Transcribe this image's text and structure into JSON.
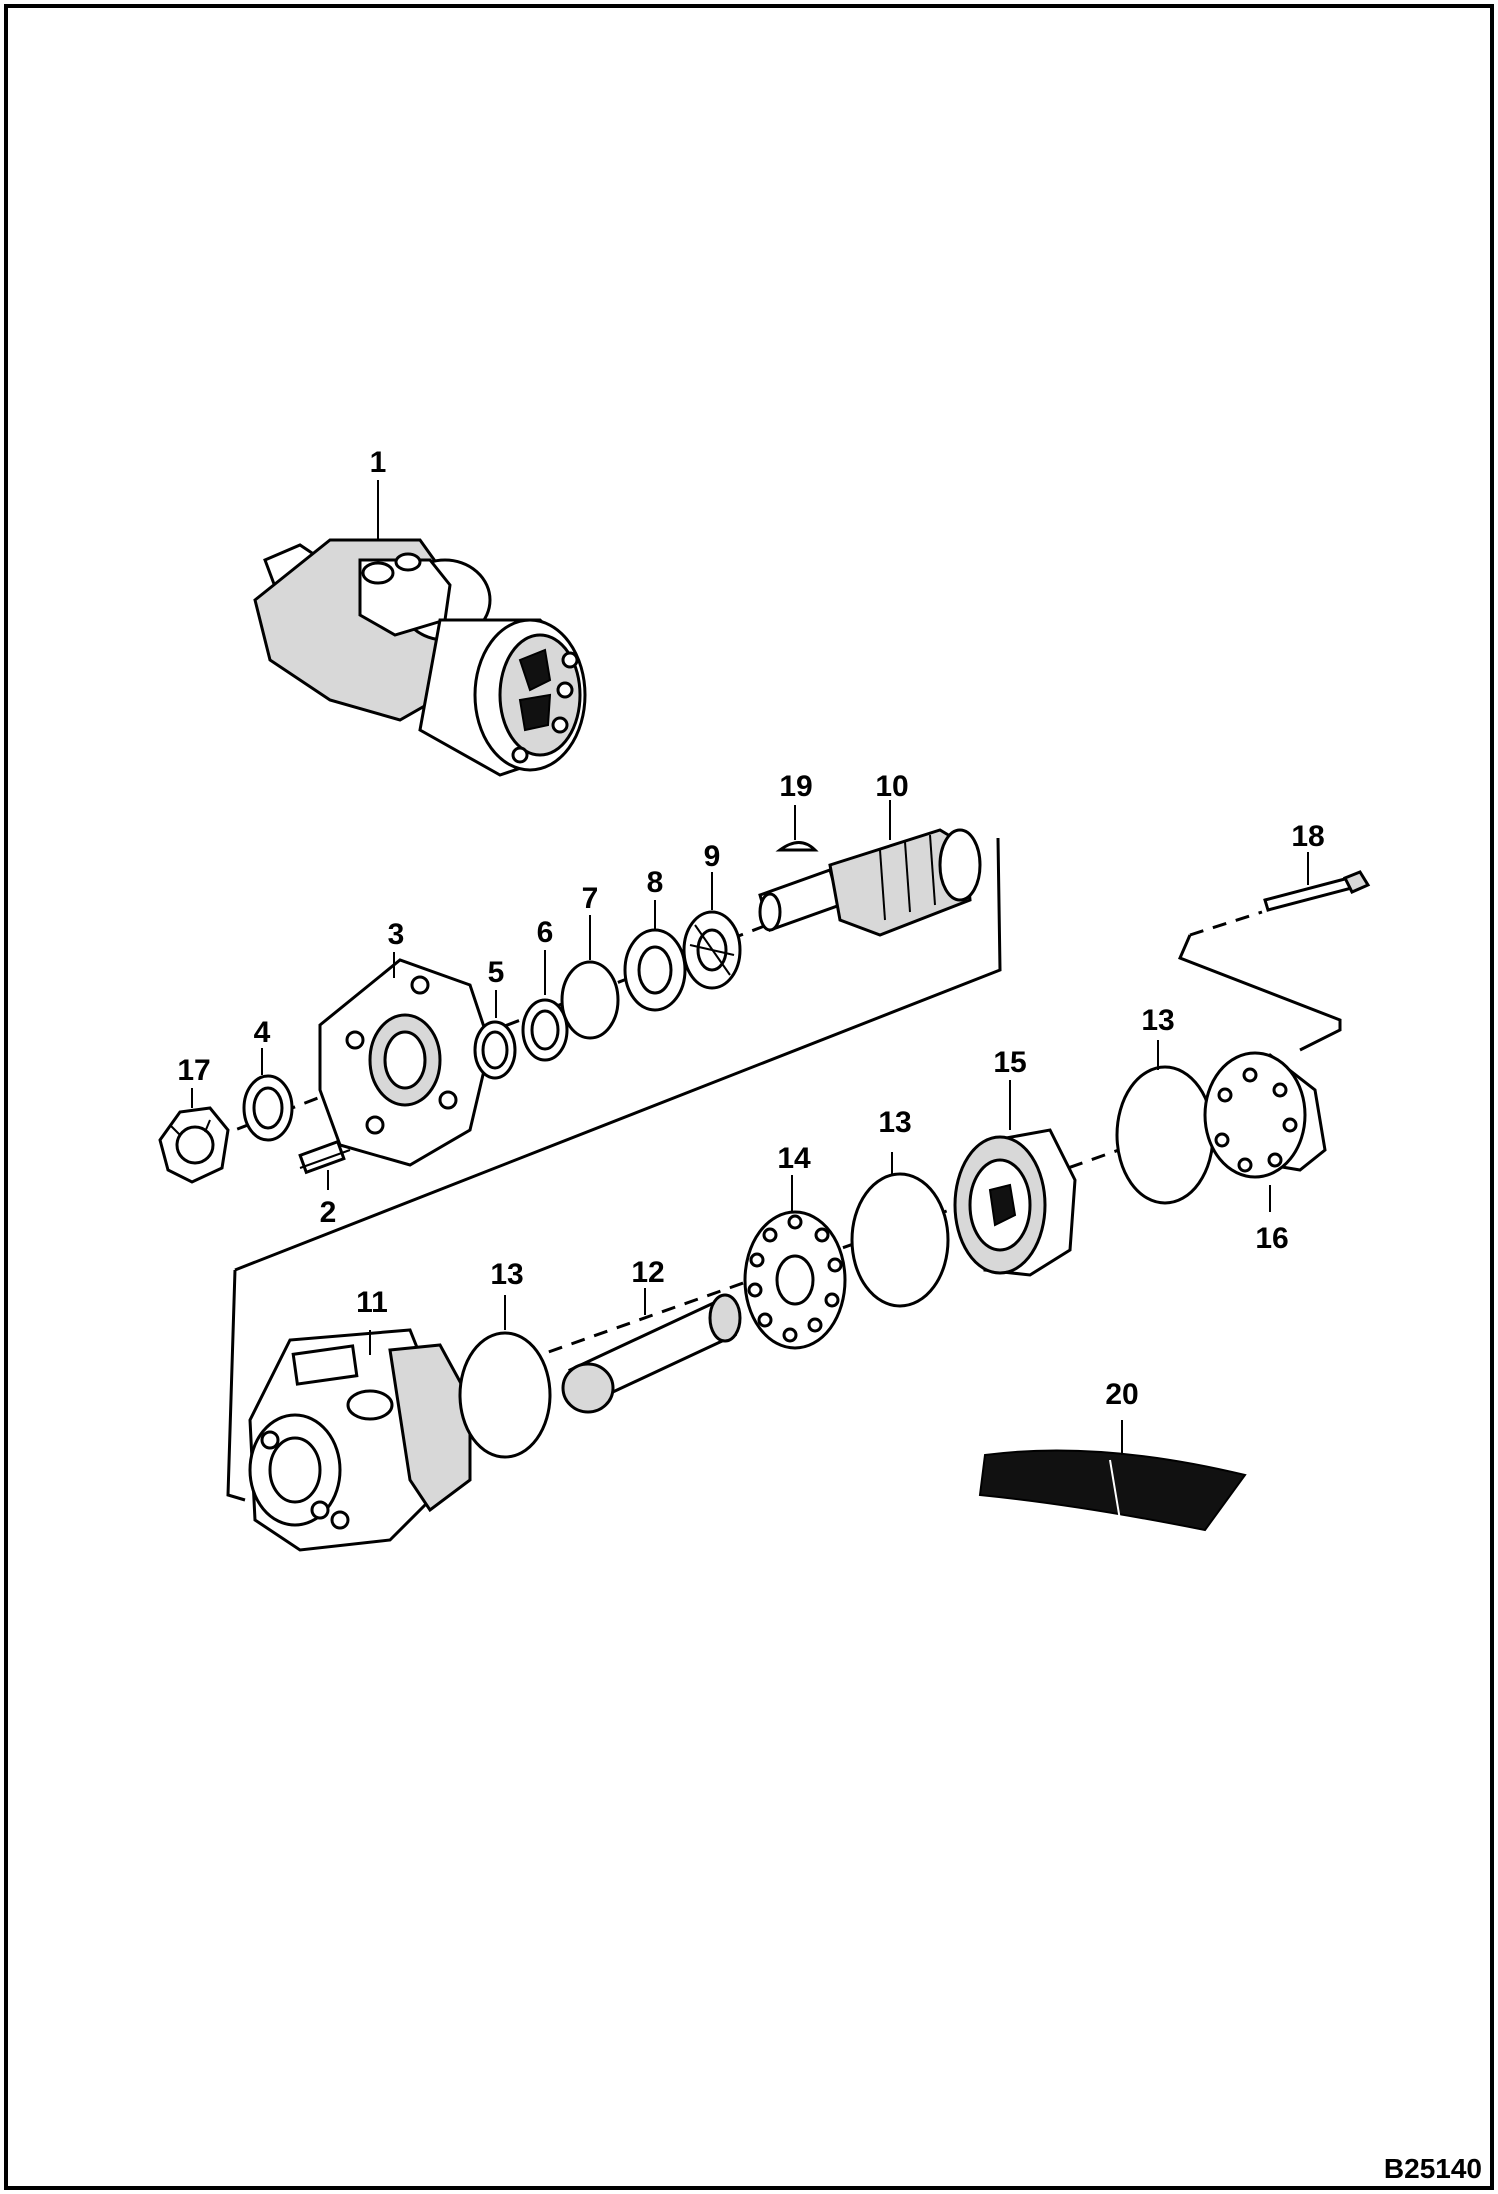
{
  "diagram": {
    "figure_id": "B25140",
    "callouts": {
      "c1": "1",
      "c2": "2",
      "c3": "3",
      "c4": "4",
      "c5": "5",
      "c6": "6",
      "c7": "7",
      "c8": "8",
      "c9": "9",
      "c10": "10",
      "c11": "11",
      "c12": "12",
      "c13a": "13",
      "c13b": "13",
      "c13c": "13",
      "c14": "14",
      "c15": "15",
      "c16": "16",
      "c17": "17",
      "c18": "18",
      "c19": "19",
      "c20": "20"
    }
  }
}
